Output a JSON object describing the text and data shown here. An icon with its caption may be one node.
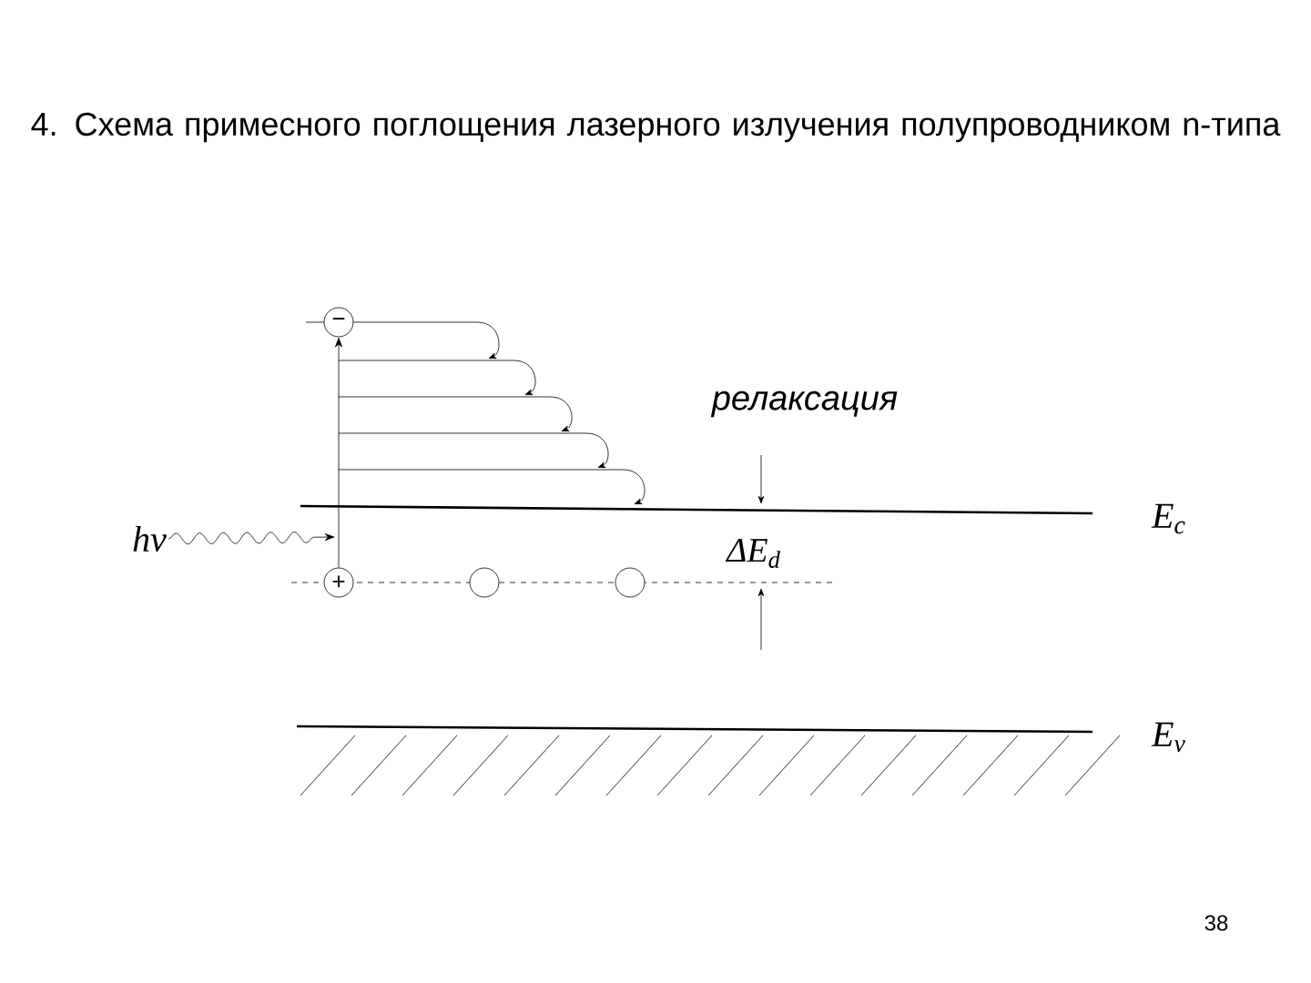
{
  "diagram": {
    "title": "4. Схема примесного поглощения лазерного излучения полупроводником n-типа",
    "nodes": [
      {
        "text": [
          "−"
        ]
      },
      {
        "text": [
          "hν"
        ]
      },
      {
        "text": [
          "+"
        ]
      },
      {
        "text": [],
        "shape": "circle"
      },
      {
        "text": [],
        "shape": "circle"
      }
    ],
    "edges": [
      {
        "from": 2,
        "to": 0,
        "arrow": "to"
      },
      {
        "from": 1,
        "to": null,
        "arrow": "to"
      }
    ],
    "labels": [
      "релаксация",
      "ΔE$_{d}$",
      "E$_{c}$",
      "E$_{v}$",
      "38"
    ]
  }
}
